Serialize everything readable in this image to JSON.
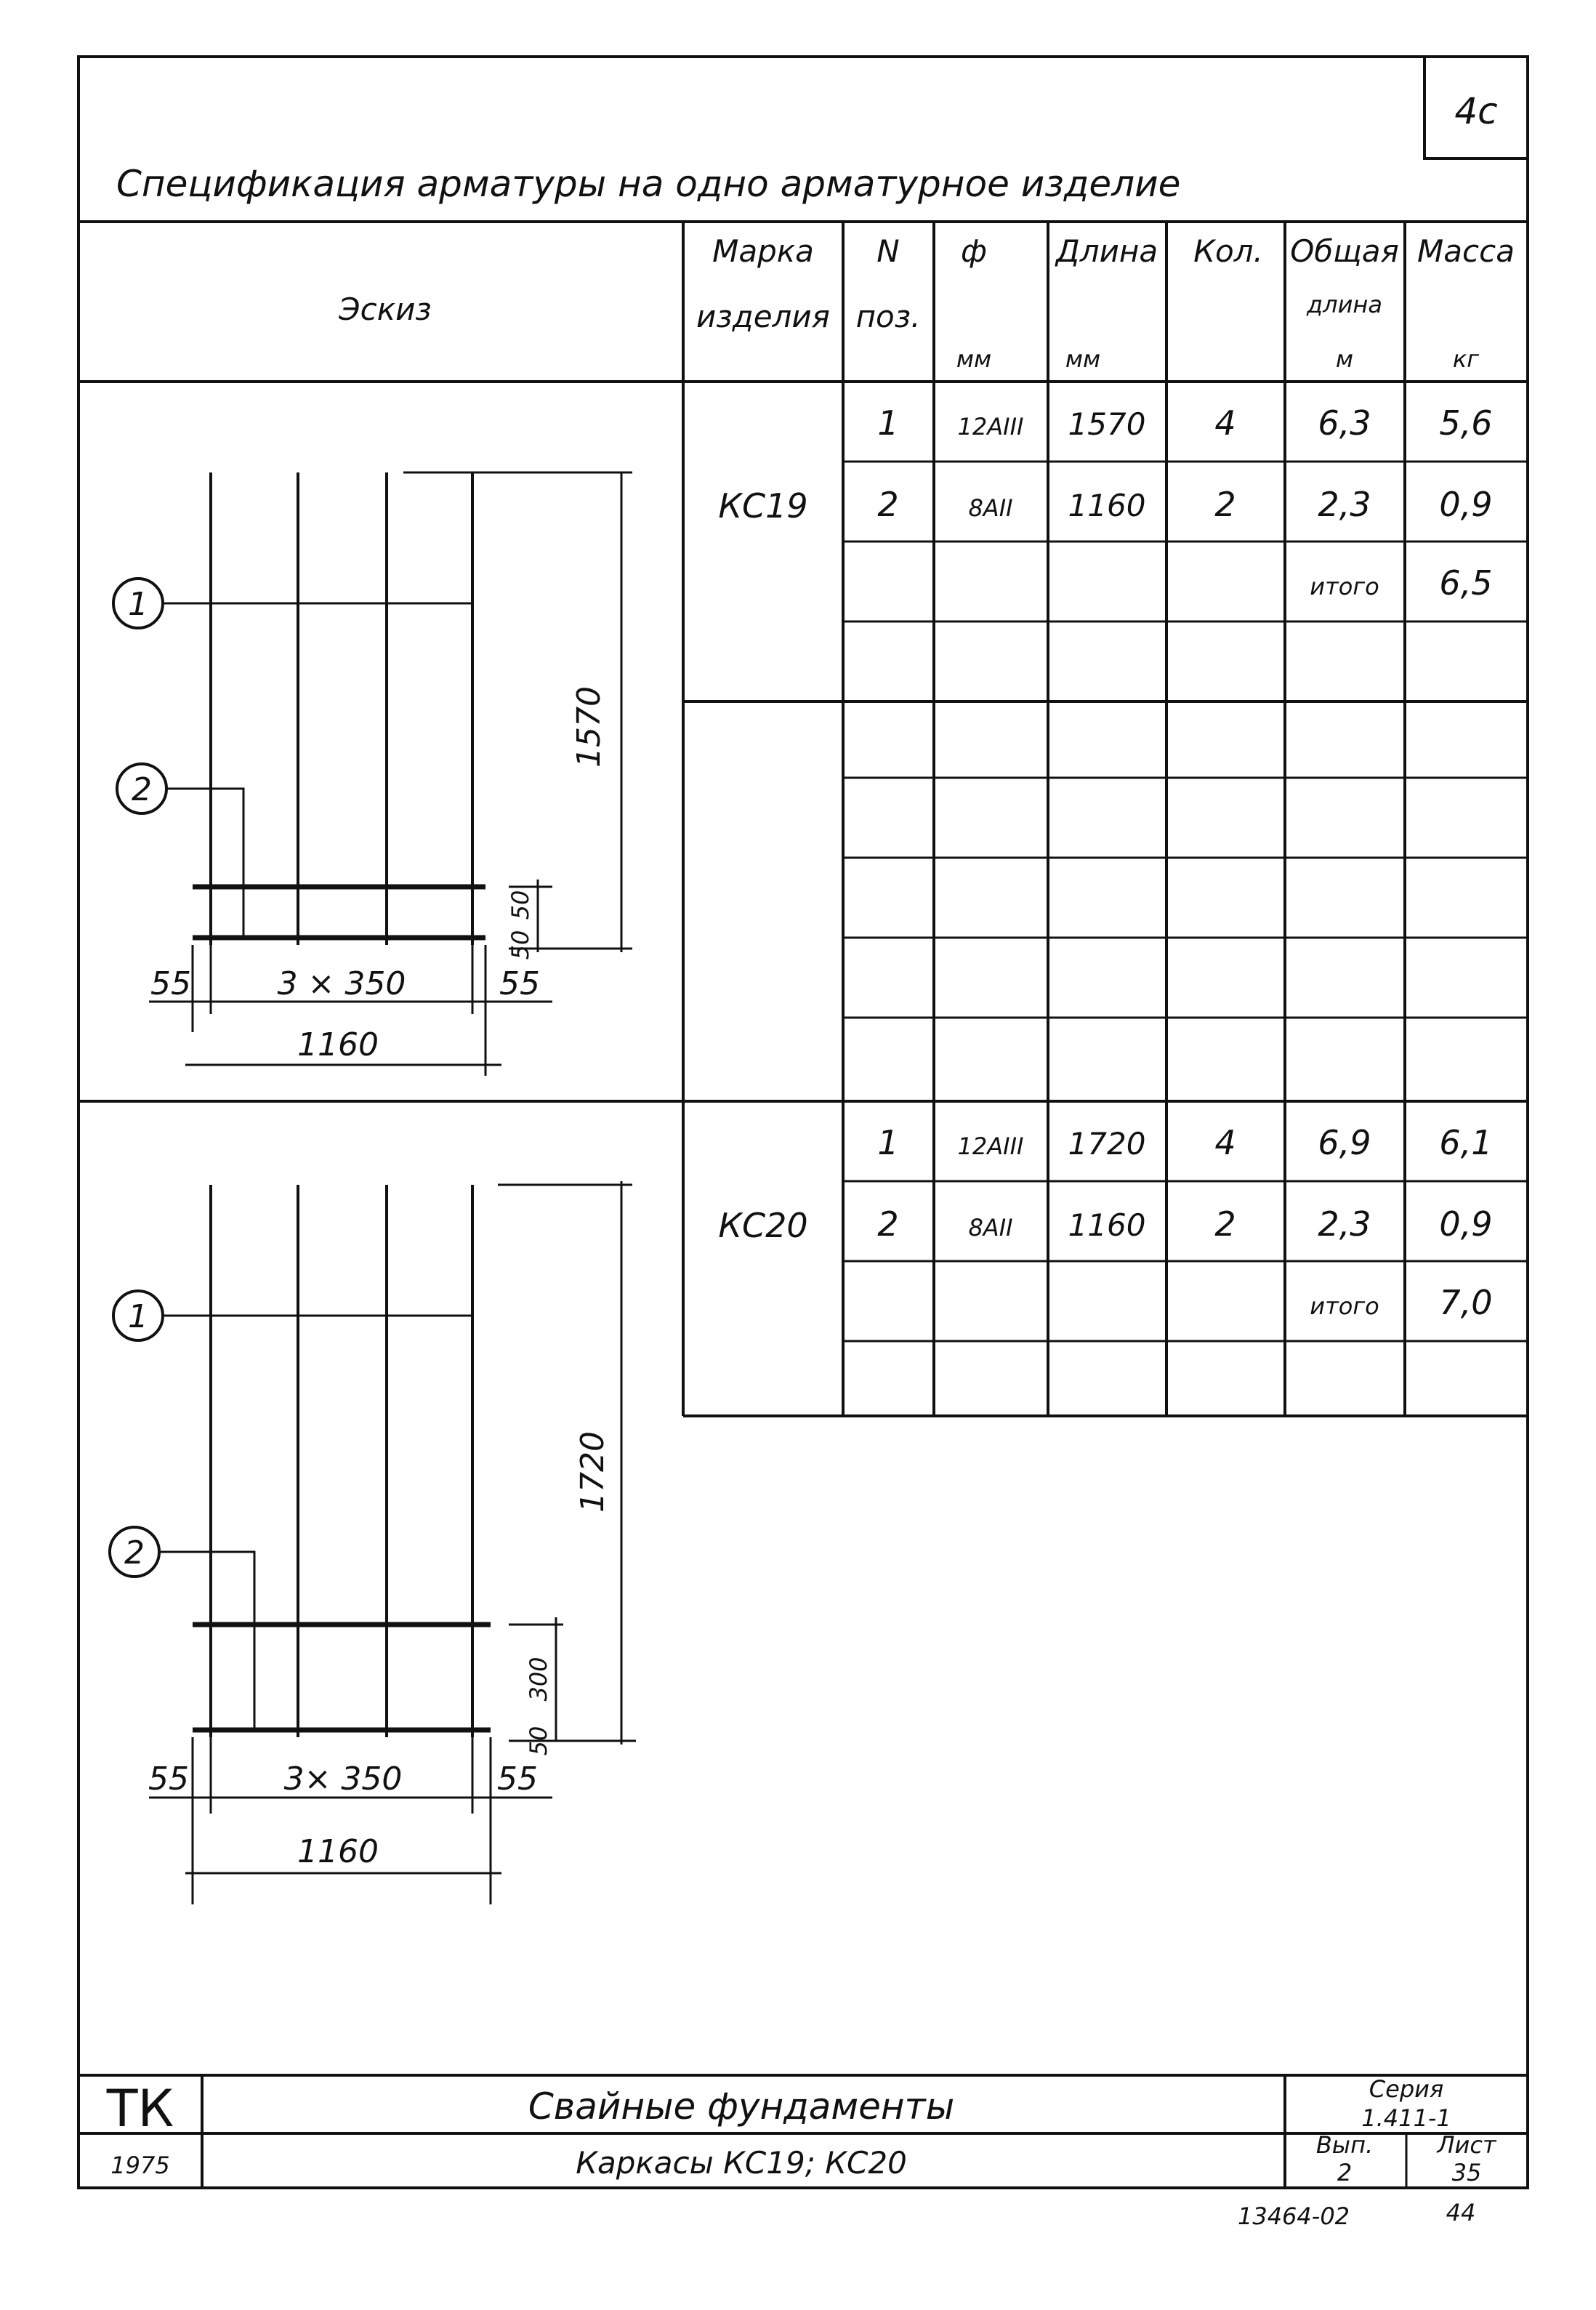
{
  "sheet_number": "4c",
  "title": "Спецификация арматуры на одно арматурное изделие",
  "table": {
    "headers": {
      "sketch": "Эскиз",
      "mark": [
        "Марка",
        "изделия"
      ],
      "pos": [
        "N",
        "поз."
      ],
      "diameter": [
        "ф",
        "мм"
      ],
      "length": [
        "Длина",
        "мм"
      ],
      "qty": "Кол.",
      "total_length": [
        "Общая",
        "длина",
        "м"
      ],
      "mass": [
        "Масса",
        "кг"
      ]
    },
    "items": [
      {
        "mark": "КС19",
        "rows": [
          {
            "pos": "1",
            "diameter": "12АIII",
            "length": "1570",
            "qty": "4",
            "total_length": "6,3",
            "mass": "5,6"
          },
          {
            "pos": "2",
            "diameter": "8АII",
            "length": "1160",
            "qty": "2",
            "total_length": "2,3",
            "mass": "0,9"
          }
        ],
        "total_label": "итого",
        "total_mass": "6,5"
      },
      {
        "mark": "КС20",
        "rows": [
          {
            "pos": "1",
            "diameter": "12АIII",
            "length": "1720",
            "qty": "4",
            "total_length": "6,9",
            "mass": "6,1"
          },
          {
            "pos": "2",
            "diameter": "8АII",
            "length": "1160",
            "qty": "2",
            "total_length": "2,3",
            "mass": "0,9"
          }
        ],
        "total_label": "итого",
        "total_mass": "7,0"
      }
    ]
  },
  "sketches": [
    {
      "callouts": [
        "1",
        "2"
      ],
      "height_dim": "1570",
      "offset_dim": "50",
      "gap_dim": "50",
      "side_dims": [
        "55",
        "55"
      ],
      "spacing_dim": "3 × 350",
      "overall_dim": "1160"
    },
    {
      "callouts": [
        "1",
        "2"
      ],
      "height_dim": "1720",
      "offset_dim": "300",
      "gap_dim": "50",
      "side_dims": [
        "55",
        "55"
      ],
      "spacing_dim": "3× 350",
      "overall_dim": "1160"
    }
  ],
  "title_block": {
    "org": "ТК",
    "year": "1975",
    "name": "Свайные фундаменты",
    "subtitle": "Каркасы КС19; КС20",
    "series_label": "Серия",
    "series": "1.411-1",
    "issue_label": "Вып.",
    "issue": "2",
    "sheet_label": "Лист",
    "sheet": "35"
  },
  "footer": {
    "inventory": "13464-02",
    "page": "44"
  }
}
